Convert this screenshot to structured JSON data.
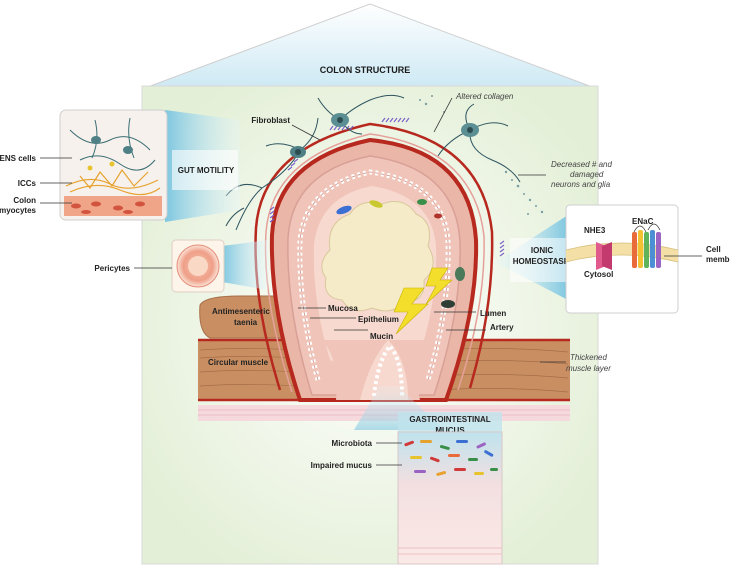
{
  "title": "COLON STRUCTURE",
  "panels": {
    "gut_motility": "GUT MOTILITY",
    "ionic_homeostasis_1": "IONIC",
    "ionic_homeostasis_2": "HOMEOSTASIS",
    "gi_mucus_1": "GASTROINTESTINAL",
    "gi_mucus_2": "MUCUS"
  },
  "labels": {
    "ens_cells": "ENS cells",
    "iccs": "ICCs",
    "colon_myocytes_1": "Colon",
    "colon_myocytes_2": "myocytes",
    "fibroblast": "Fibroblast",
    "altered_collagen": "Altered collagen",
    "decreased_1": "Decreased # and",
    "decreased_2": "damaged",
    "decreased_3": "neurons and glia",
    "pericytes": "Pericytes",
    "antimesenteric_1": "Antimesenteric",
    "antimesenteric_2": "taenia",
    "circular_muscle": "Circular muscle",
    "mucosa": "Mucosa",
    "epithelium": "Epithelium",
    "mucin": "Mucin",
    "lumen": "Lumen",
    "artery": "Artery",
    "thickened_1": "Thickened",
    "thickened_2": "muscle layer",
    "nhe3": "NHE3",
    "enac": "ENaC",
    "cytosol": "Cytosol",
    "cell_membrane_1": "Cell",
    "cell_membrane_2": "membrane",
    "microbiota": "Microbiota",
    "impaired_mucus": "Impaired mucus"
  },
  "colors": {
    "house_bg": "#eef5e6",
    "vessel_red": "#c0392b",
    "mucosa_pink": "#f0c4b8",
    "lumen_cream": "#f6ebc8",
    "muscle_brown": "#c98f63",
    "panel_blue": "#9fd4e8"
  }
}
